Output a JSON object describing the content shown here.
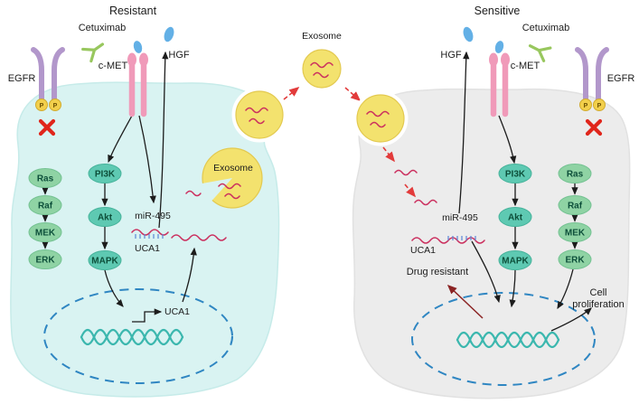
{
  "figure": {
    "left_cell": {
      "title": "Resistant",
      "cetuximab_label": "Cetuximab",
      "egfr_label": "EGFR",
      "cmet_label": "c-MET",
      "hgf_label": "HGF",
      "phospho": "P",
      "mapk_cascade": [
        "Ras",
        "Raf",
        "MEK",
        "ERK"
      ],
      "pi3k_cascade": [
        "PI3K",
        "Akt",
        "MAPK"
      ],
      "mir_label": "miR-495",
      "uca1_transcript_label": "UCA1",
      "uca1_gene_label": "UCA1"
    },
    "extracellular": {
      "exosome_label_top": "Exosome",
      "exosome_label_big": "Exosome"
    },
    "right_cell": {
      "title": "Sensitive",
      "cetuximab_label": "Cetuximab",
      "egfr_label": "EGFR",
      "cmet_label": "c-MET",
      "hgf_label": "HGF",
      "phospho": "P",
      "mapk_cascade": [
        "Ras",
        "Raf",
        "MEK",
        "ERK"
      ],
      "pi3k_cascade": [
        "PI3K",
        "Akt",
        "MAPK"
      ],
      "mir_label": "miR-495",
      "uca1_label": "UCA1",
      "drug_resistant_label": "Drug resistant",
      "cell_proliferation_lines": [
        "Cell",
        "proliferation"
      ]
    },
    "colors": {
      "resistant_cell_fill": "#d9f3f2",
      "sensitive_cell_fill": "#ececec",
      "exosome_fill": "#f3e26e",
      "node_green": "#8fd3a4",
      "node_teal": "#5ec9b2",
      "egfr_purple": "#b297cb",
      "cmet_pink": "#f09ab9",
      "hgf_blue": "#63b0e6",
      "antibody_green": "#98c75e",
      "phospho_yellow": "#f2cf4b",
      "rna_red": "#cb2f5e",
      "mir_pairing_blue": "#5b86d6",
      "nucleus_outline_blue": "#2f86c2",
      "dna_teal": "#3bb7ae",
      "block_red": "#e0261c",
      "transfer_arrow_red": "#e23b3b",
      "drug_resistant_arrow": "#8b2424"
    }
  }
}
